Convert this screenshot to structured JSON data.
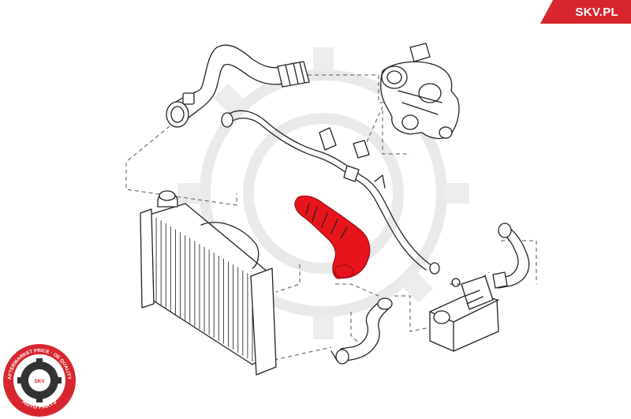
{
  "brand": {
    "site_label": "SKV.PL",
    "color": "#d7262e"
  },
  "logo": {
    "ring_top_text": "AFTERMARKET PRICE · OE QUALITY",
    "center_text": "SKV",
    "bottom_text": "AUTO PARTS",
    "color": "#d7262e"
  },
  "diagram": {
    "highlight_color": "#e8141c",
    "line_color": "#222222",
    "watermark_color": "#e9e9e9"
  }
}
